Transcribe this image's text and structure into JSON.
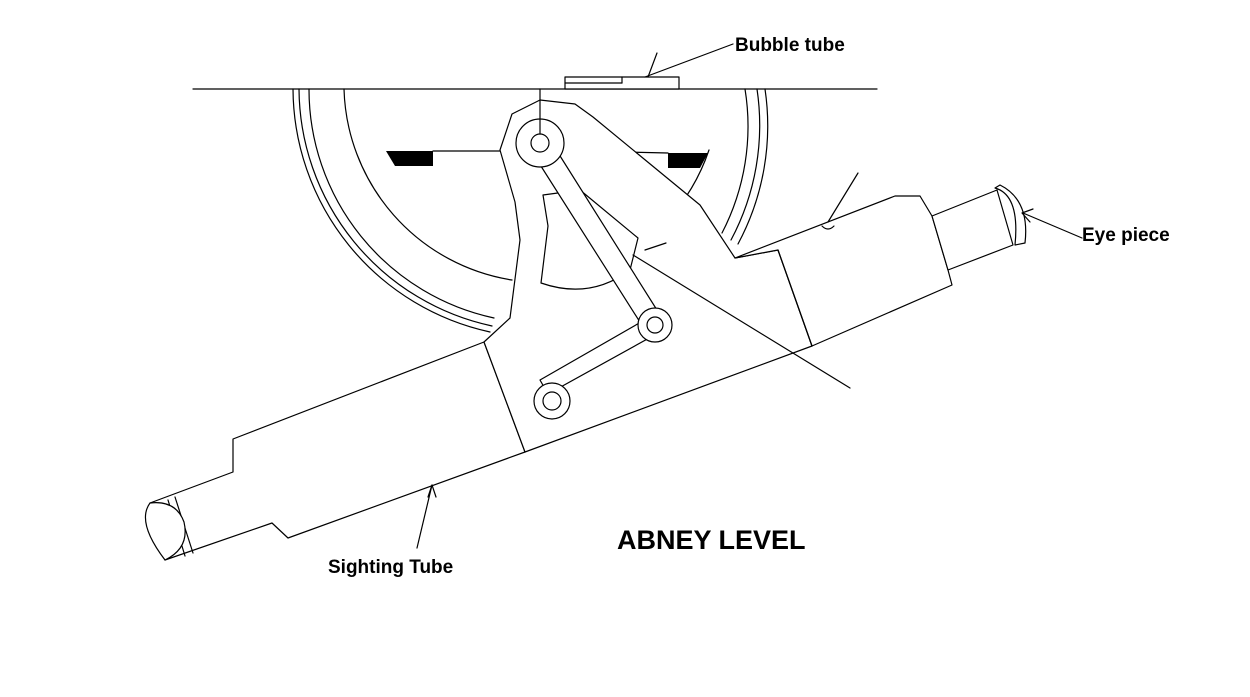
{
  "diagram": {
    "title": "ABNEY LEVEL",
    "labels": {
      "bubble_tube": "Bubble tube",
      "eye_piece": "Eye piece",
      "sighting_tube": "Sighting Tube"
    }
  }
}
